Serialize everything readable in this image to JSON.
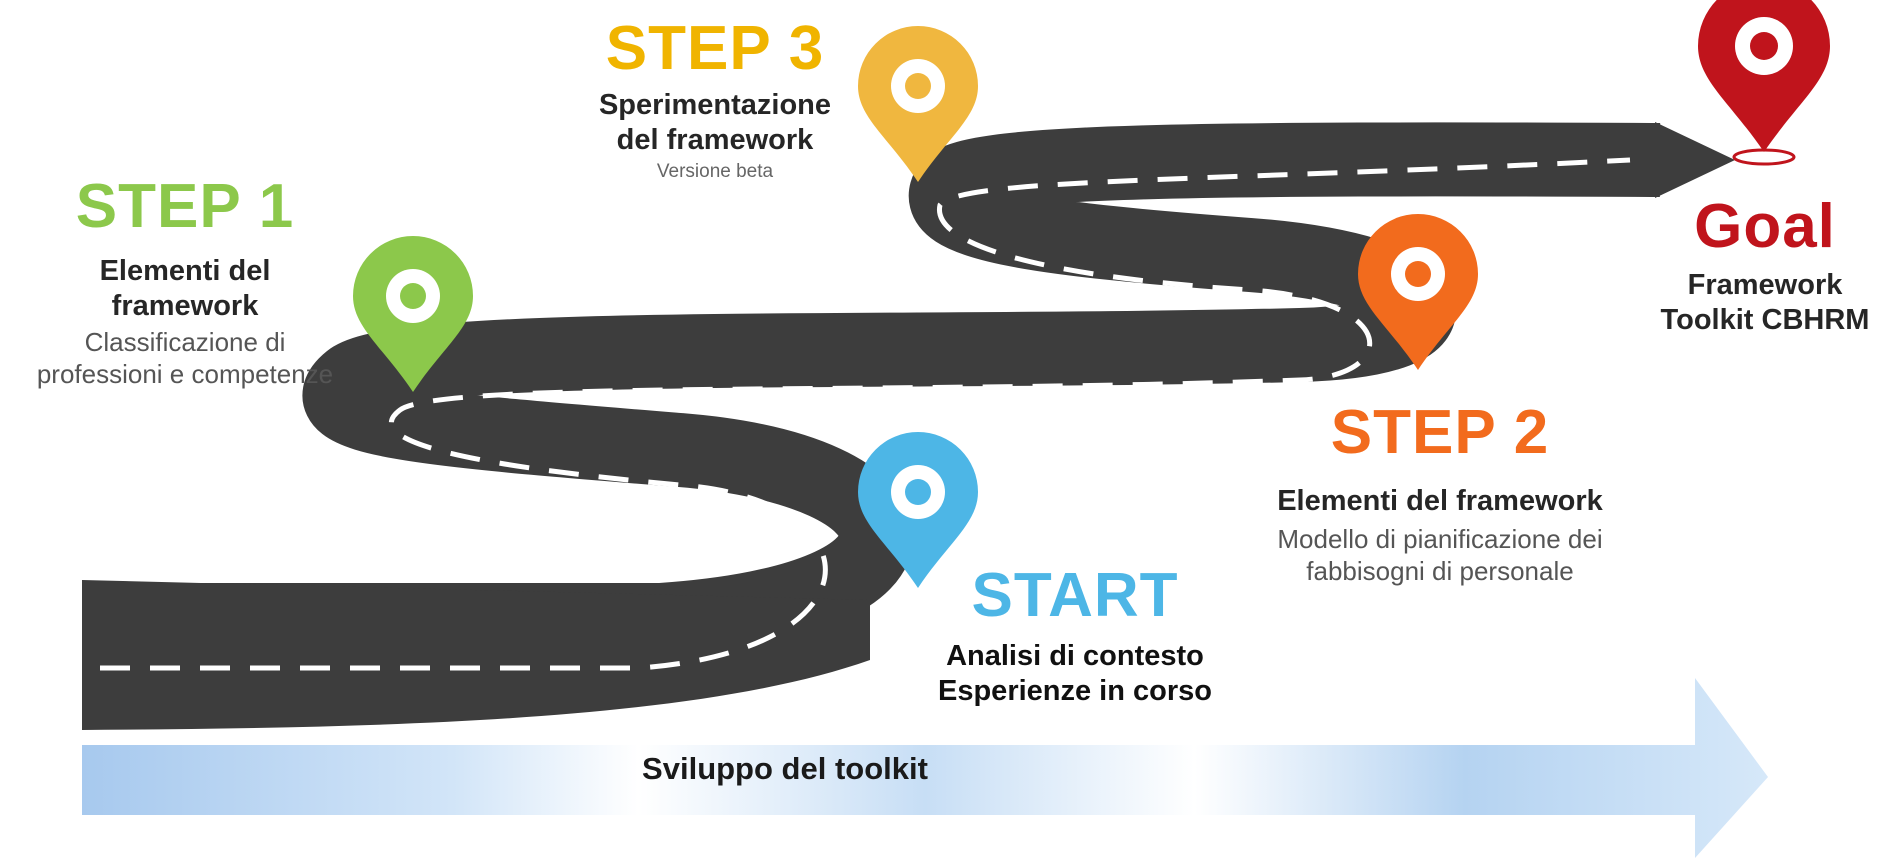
{
  "start": {
    "title": "START",
    "line1": "Analisi di contesto",
    "line2": "Esperienze in corso",
    "color": "#4db6e6"
  },
  "step1": {
    "title": "STEP 1",
    "line1": "Elementi del",
    "line2": "framework",
    "desc1": "Classificazione di",
    "desc2": "professioni e competenze",
    "color": "#8cc84b"
  },
  "step2": {
    "title": "STEP 2",
    "line1": "Elementi del framework",
    "desc1": "Modello di pianificazione dei",
    "desc2": "fabbisogni di personale",
    "color": "#f26b1d"
  },
  "step3": {
    "title": "STEP 3",
    "line1": "Sperimentazione",
    "line2": "del framework",
    "desc1": "Versione beta",
    "color": "#f0b400"
  },
  "goal": {
    "title": "Goal",
    "line1": "Framework",
    "line2": "Toolkit CBHRM",
    "color": "#c0141c"
  },
  "bar": {
    "label": "Sviluppo del toolkit",
    "color": "#a9cdf0"
  },
  "road": {
    "color": "#3d3d3d"
  }
}
